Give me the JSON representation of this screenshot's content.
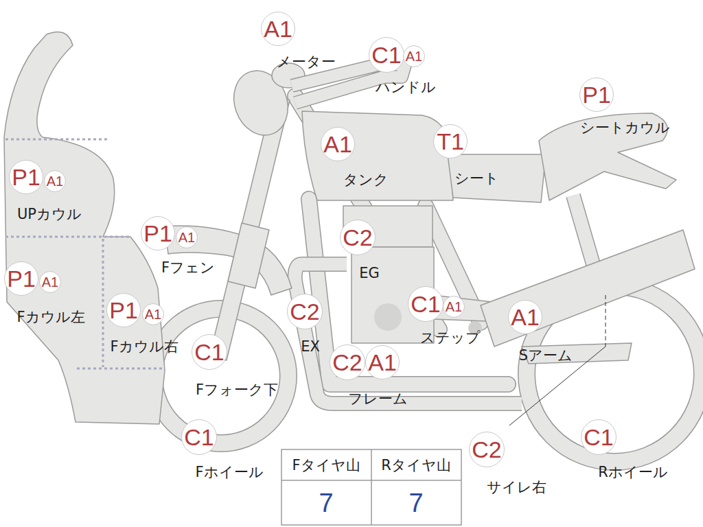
{
  "diagram": {
    "nodes": [
      {
        "text": [
          "A1"
        ]
      },
      {
        "text": [
          "C1"
        ]
      },
      {
        "text": [
          "A1"
        ]
      },
      {
        "text": [
          "P1"
        ]
      },
      {
        "text": [
          "A1"
        ]
      },
      {
        "text": [
          "T1"
        ]
      },
      {
        "text": [
          "P1"
        ]
      },
      {
        "text": [
          "A1"
        ]
      },
      {
        "text": [
          "P1"
        ]
      },
      {
        "text": [
          "A1"
        ]
      },
      {
        "text": [
          "C2"
        ]
      },
      {
        "text": [
          "P1"
        ]
      },
      {
        "text": [
          "A1"
        ]
      },
      {
        "text": [
          "C1"
        ]
      },
      {
        "text": [
          "A1"
        ]
      },
      {
        "text": [
          "C2"
        ]
      },
      {
        "text": [
          "A1"
        ]
      },
      {
        "text": [
          "P1"
        ]
      },
      {
        "text": [
          "A1"
        ]
      },
      {
        "text": [
          "C1"
        ]
      },
      {
        "text": [
          "C2"
        ]
      },
      {
        "text": [
          "A1"
        ]
      },
      {
        "text": [
          "C1"
        ]
      },
      {
        "text": [
          "C2"
        ]
      },
      {
        "text": [
          "C1"
        ]
      }
    ],
    "edges": [],
    "labels": [
      "メーター",
      "ハンドル",
      "シートカウル",
      "タンク",
      "シート",
      "UPカウル",
      "Fフェン",
      "EG",
      "Fカウル左",
      "ステップ",
      "EX",
      "Sアーム",
      "Fカウル右",
      "Fフォーク下",
      "フレーム",
      "Fホイール",
      "サイレ右",
      "Rホイール",
      "Fタイヤ山",
      "Rタイヤ山",
      "7",
      "7"
    ]
  }
}
